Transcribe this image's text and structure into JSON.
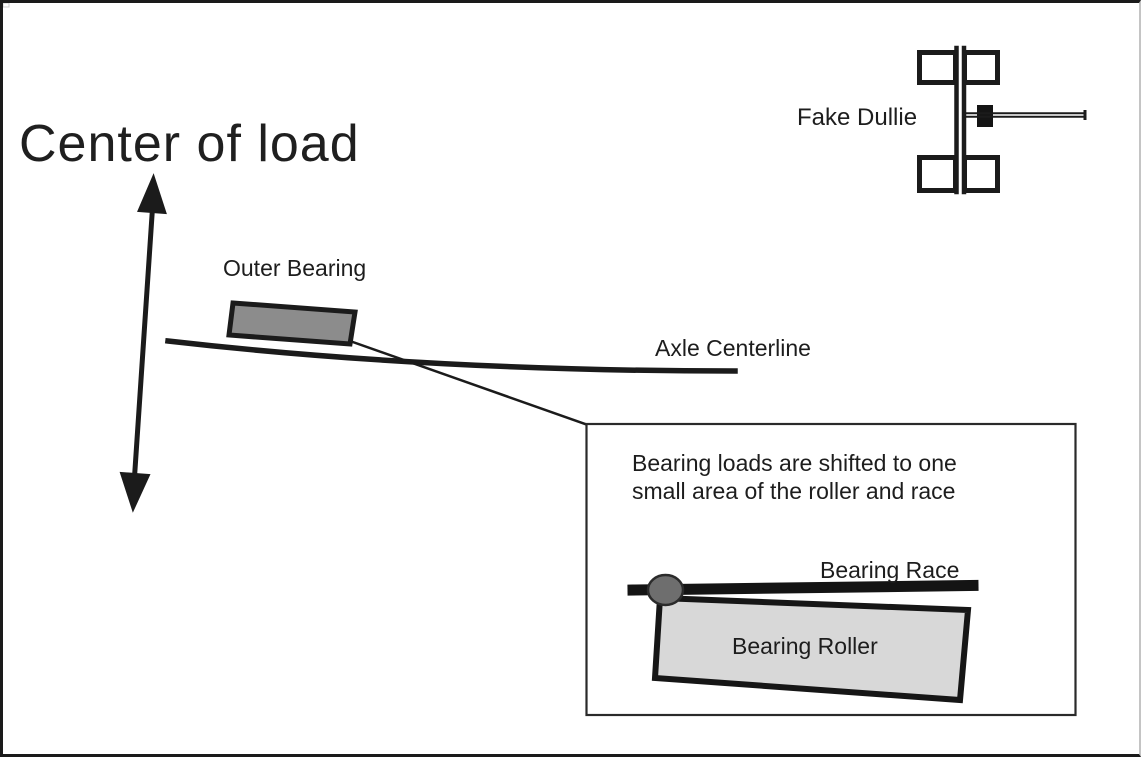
{
  "title": "Center of load",
  "labels": {
    "fake_dullie": "Fake Dullie",
    "outer_bearing": "Outer Bearing",
    "axle_centerline": "Axle Centerline",
    "bearing_race": "Bearing Race",
    "bearing_roller": "Bearing Roller"
  },
  "inset": {
    "caption": "Bearing loads are shifted to one\nsmall area of the roller and race"
  },
  "colors": {
    "ink": "#1b1b1b",
    "background": "#ffffff",
    "outer_bearing_fill": "#8c8c8c",
    "bearing_roller_fill": "#d8d8d8",
    "contact_point_fill": "#6e6e6e",
    "page_border": "#1a1a1a",
    "right_edge": "#c4c4c4"
  }
}
